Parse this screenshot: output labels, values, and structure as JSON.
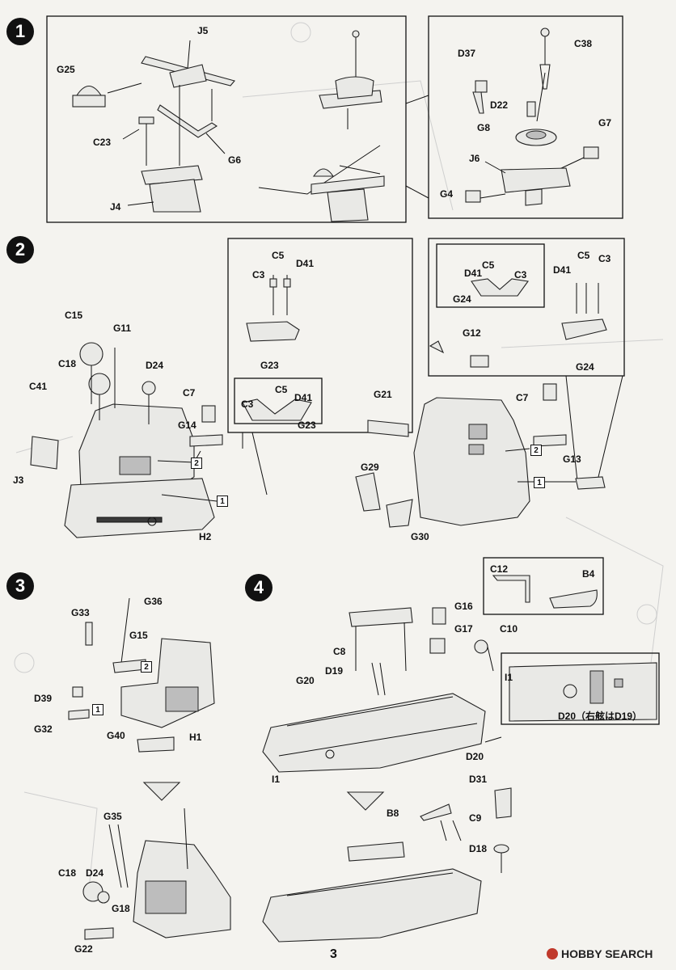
{
  "page": {
    "number": "3"
  },
  "watermark": {
    "text": "HOBBY SEARCH"
  },
  "steps": [
    "1",
    "2",
    "3",
    "4"
  ],
  "callouts": [
    "1",
    "2"
  ],
  "notes": {
    "d20_note": "D20（右舷はD19）"
  },
  "parts": {
    "step1": [
      "J5",
      "G25",
      "C23",
      "G6",
      "J4",
      "D37",
      "C38",
      "D22",
      "G8",
      "G7",
      "J6",
      "G4"
    ],
    "step2": [
      "C5",
      "D41",
      "C3",
      "G23",
      "C15",
      "G11",
      "C18",
      "D24",
      "C41",
      "C7",
      "G14",
      "J3",
      "H2",
      "G12",
      "G21",
      "G24",
      "G13",
      "G29",
      "G30"
    ],
    "step3": [
      "G36",
      "G33",
      "G15",
      "D39",
      "G32",
      "G40",
      "H1",
      "G35",
      "G18",
      "G22"
    ],
    "step4": [
      "C12",
      "B4",
      "G16",
      "G17",
      "C10",
      "C8",
      "D19",
      "G20",
      "I1",
      "D20",
      "D31",
      "B8",
      "C9",
      "D18"
    ]
  }
}
